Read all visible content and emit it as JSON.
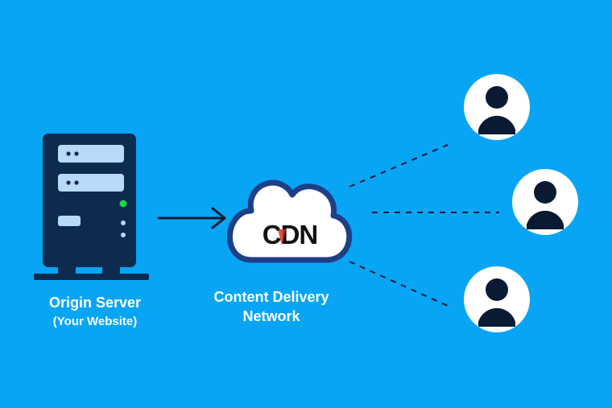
{
  "colors": {
    "background": "#08a5f4",
    "server": "#0d2a4f",
    "server_panel": "#b8d9f7",
    "server_led": "#1fd14a",
    "cloud_outline": "#1d3f86",
    "cloud_fill": "#ffffff",
    "user_circle": "#ffffff",
    "user_figure": "#0b1a33",
    "lines": "#0b1a33"
  },
  "origin_server": {
    "icon": "server-icon",
    "label": "Origin Server",
    "sublabel": "(Your Website)"
  },
  "cdn": {
    "icon": "cloud-icon",
    "logo_text": "CDN",
    "label_line1": "Content Delivery",
    "label_line2": "Network"
  },
  "users": [
    {
      "icon": "user-icon"
    },
    {
      "icon": "user-icon"
    },
    {
      "icon": "user-icon"
    }
  ]
}
